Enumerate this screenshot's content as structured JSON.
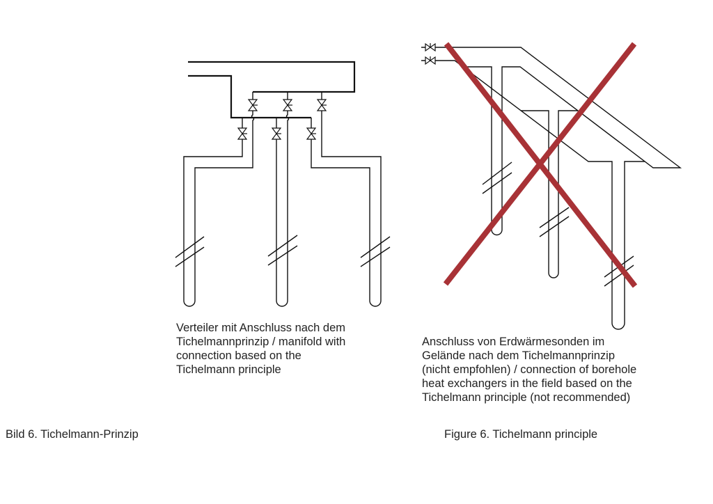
{
  "left_diagram": {
    "caption_lines": [
      "Verteiler mit Anschluss nach dem",
      "Tichelmannprinzip / manifold with",
      "connection based on the",
      "Tichelmann principle"
    ]
  },
  "right_diagram": {
    "caption_lines": [
      "Anschluss von Erdwärmesonden im",
      "Gelände nach dem Tichelmannprinzip",
      "(nicht empfohlen) / connection of borehole",
      "heat exchangers in the field based on the",
      "Tichelmann principle (not recommended)"
    ],
    "cross_color": "#a83236"
  },
  "figure_labels": {
    "german": "Bild 6.  Tichelmann-Prinzip",
    "english": "Figure 6.  Tichelmann principle"
  }
}
